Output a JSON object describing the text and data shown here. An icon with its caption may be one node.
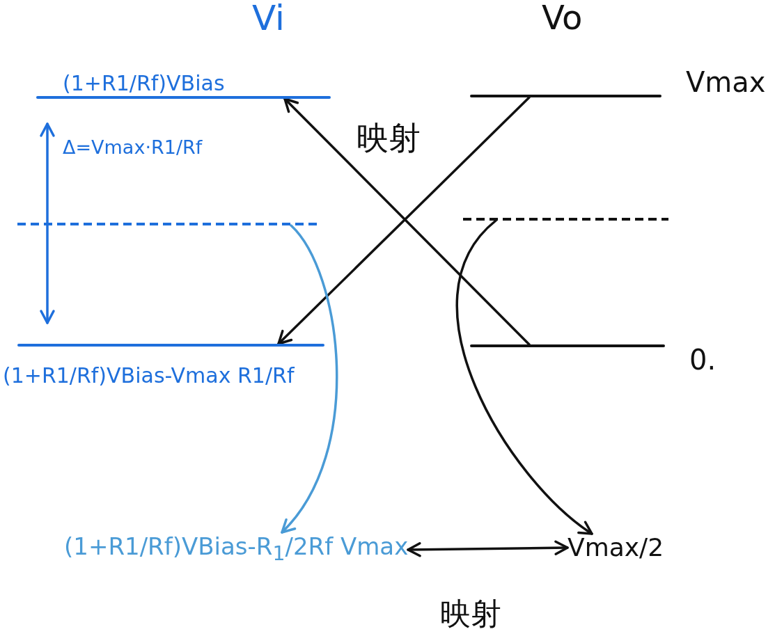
{
  "diagram": {
    "nodes": [
      {
        "text": [
          "(1+R1/Rf)VBias"
        ]
      },
      {
        "text": [],
        "shape": "line"
      },
      {
        "text": [
          "(1+R1/Rf)VBias-Vmax R1/Rf"
        ]
      },
      {
        "text": [
          "Vmax"
        ]
      },
      {
        "text": [],
        "shape": "line"
      },
      {
        "text": [
          "0."
        ]
      },
      {
        "text": [
          "(1+R1/Rf)VBias-R$_{1}$/2Rf Vmax"
        ]
      },
      {
        "text": [
          "Vmax/2"
        ]
      }
    ],
    "edges": [
      {
        "from": 5,
        "to": 0,
        "arrow": "to"
      },
      {
        "from": 3,
        "to": 2,
        "arrow": "to"
      },
      {
        "from": 1,
        "to": 6,
        "arrow": "to",
        "color": "#4a9bd6"
      },
      {
        "from": 4,
        "to": 7,
        "arrow": "to"
      },
      {
        "from": 6,
        "to": 7,
        "arrow": "both",
        "label": "映射"
      }
    ],
    "labels": [
      "Vi",
      "Vo",
      "Δ=Vmax·R1/Rf",
      "映射"
    ]
  }
}
